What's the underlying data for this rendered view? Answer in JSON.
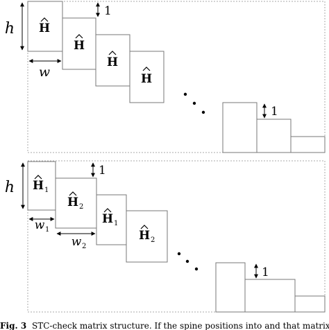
{
  "diagram_top": {
    "block_label": "H",
    "height_label": "h",
    "width_label": "w",
    "step_label": "1"
  },
  "diagram_bottom": {
    "height_label": "h",
    "block_labels": [
      "H",
      "H",
      "H",
      "H"
    ],
    "block_subscripts": [
      "1",
      "2",
      "1",
      "2"
    ],
    "width_labels": [
      "w",
      "w"
    ],
    "width_subscripts": [
      "1",
      "2"
    ],
    "step_label": "1"
  },
  "caption": {
    "prefix": "Fig. 3",
    "text": "STC-check matrix structure. If the spine positions into and that matrix f"
  }
}
